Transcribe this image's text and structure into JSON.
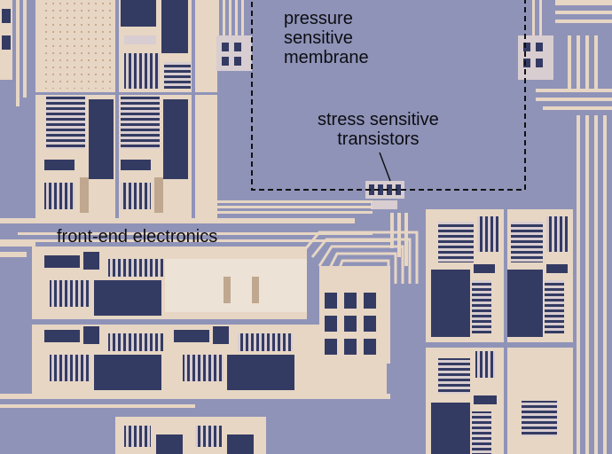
{
  "labels": {
    "membrane": [
      "pressure",
      "sensitive",
      "membrane"
    ],
    "stress": [
      "stress sensitive",
      "transistors"
    ],
    "frontend": "front-end electronics"
  },
  "colors": {
    "substrate": "#8f93b8",
    "metal": "#e7d6c4",
    "metal_edge": "#bfa88f",
    "device": "#343b63",
    "device_dark": "#23284a",
    "membrane": "#8b8fb3",
    "dash": "#111111",
    "text": "#0d0d12"
  }
}
